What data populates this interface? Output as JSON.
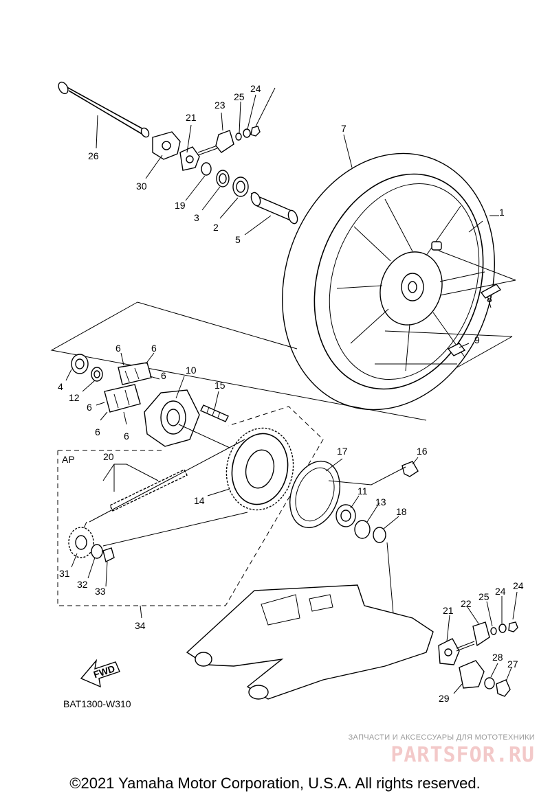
{
  "diagram": {
    "callouts": {
      "c1": "1",
      "c2": "2",
      "c3": "3",
      "c4": "4",
      "c5": "5",
      "c6a": "6",
      "c6b": "6",
      "c6c": "6",
      "c6d": "6",
      "c6e": "6",
      "c6f": "6",
      "c7": "7",
      "c8": "8",
      "c9": "9",
      "c10": "10",
      "c11": "11",
      "c12": "12",
      "c13": "13",
      "c14": "14",
      "c15": "15",
      "c16": "16",
      "c17": "17",
      "c18": "18",
      "c19": "19",
      "c20": "20",
      "c21a": "21",
      "c21b": "21",
      "c22": "22",
      "c23": "23",
      "c24a": "24",
      "c24b": "24",
      "c25a": "25",
      "c25b": "25",
      "c26": "26",
      "c27": "27",
      "c28": "28",
      "c29": "29",
      "c30": "30",
      "c31": "31",
      "c32": "32",
      "c33": "33",
      "c34": "34"
    },
    "ap_label": "AP",
    "fwd_label": "FWD",
    "diagram_code": "BAT1300-W310"
  },
  "watermark": {
    "tagline": "ЗАПЧАСТИ И АКСЕССУАРЫ ДЛЯ МОТОТЕХНИКИ",
    "brand": "PARTSFOR.RU"
  },
  "copyright": "©2021 Yamaha Motor Corporation, U.S.A. All rights reserved."
}
